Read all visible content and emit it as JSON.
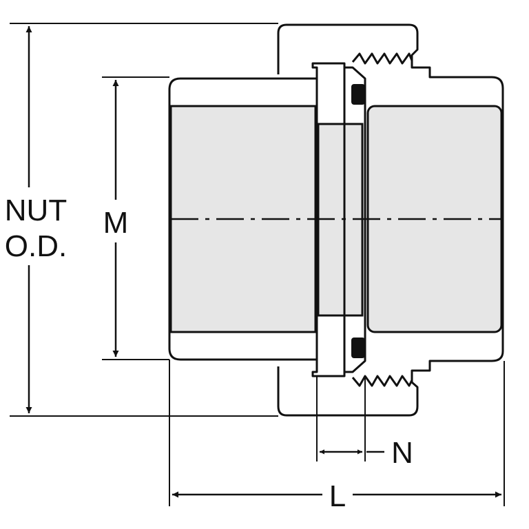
{
  "diagram": {
    "labels": {
      "nut_od_line1": "NUT",
      "nut_od_line2": "O.D.",
      "m": "M",
      "n": "N",
      "l": "L"
    },
    "colors": {
      "ink": "#111111",
      "bore_fill": "#e6e6e6",
      "background": "#ffffff"
    }
  }
}
